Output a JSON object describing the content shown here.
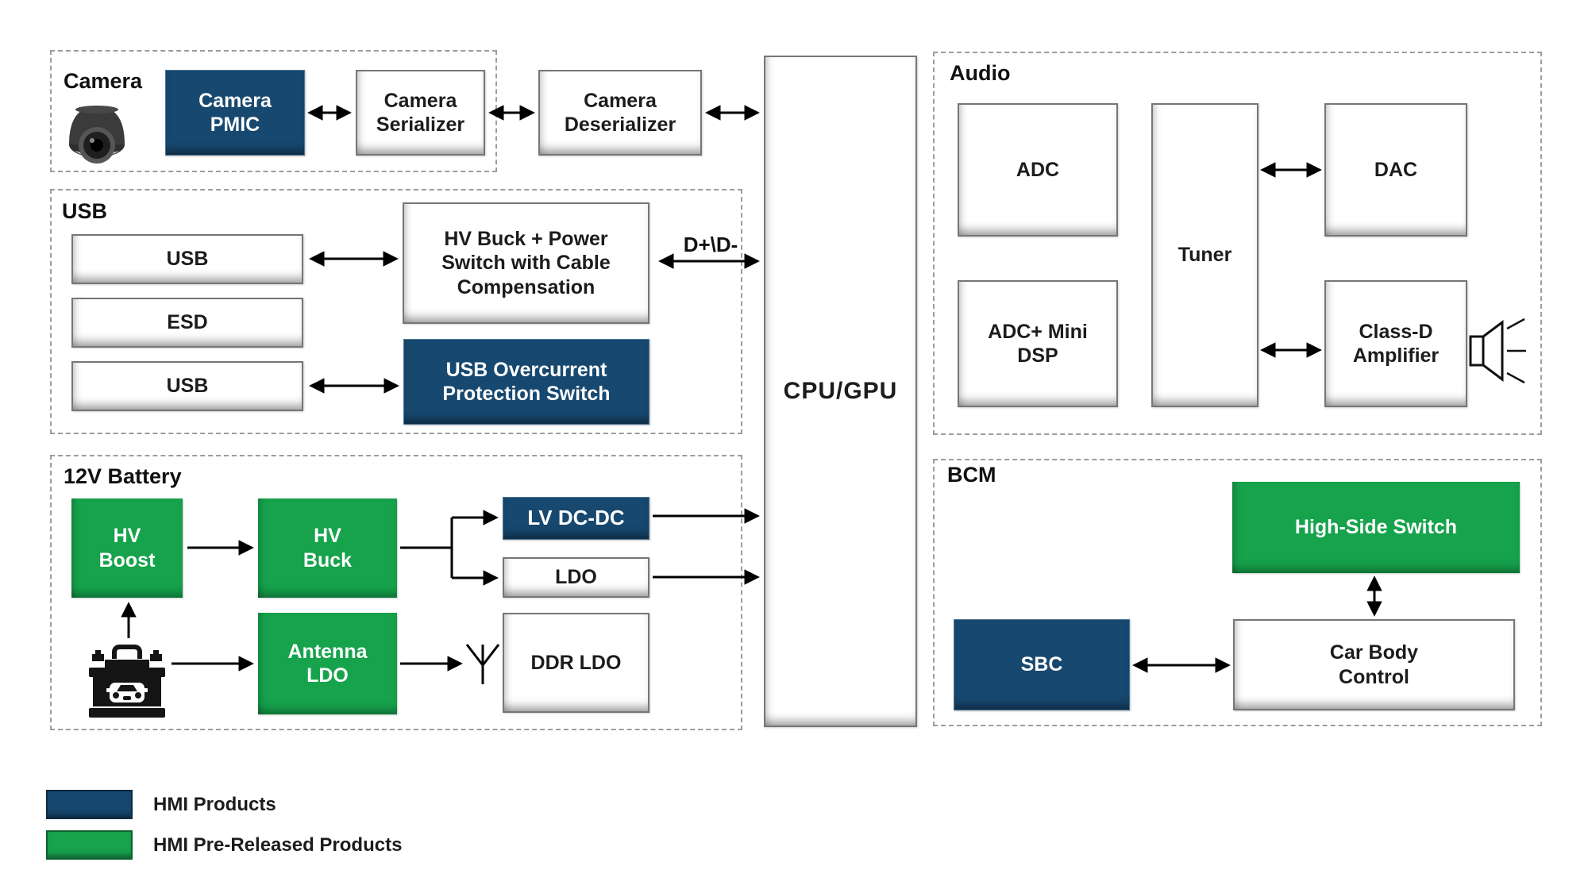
{
  "colors": {
    "hmi_blue": "#17486F",
    "hmi_green": "#16A34C"
  },
  "camera": {
    "title": "Camera",
    "pmic": "Camera\nPMIC",
    "serializer": "Camera\nSerializer",
    "deserializer": "Camera\nDeserializer"
  },
  "usb": {
    "title": "USB",
    "port1": "USB",
    "esd": "ESD",
    "port2": "USB",
    "hv_buck_power": "HV Buck + Power\nSwitch with Cable\nCompensation",
    "overcurrent": "USB Overcurrent\nProtection Switch",
    "dp_dm": "D+\\D-"
  },
  "battery": {
    "title": "12V Battery",
    "hv_boost": "HV\nBoost",
    "hv_buck": "HV\nBuck",
    "antenna_ldo": "Antenna\nLDO",
    "lv_dcdc": "LV DC-DC",
    "ldo": "LDO",
    "ddr_ldo": "DDR LDO"
  },
  "cpu": {
    "label": "CPU/GPU"
  },
  "audio": {
    "title": "Audio",
    "adc": "ADC",
    "adc_mini_dsp": "ADC+ Mini\nDSP",
    "tuner": "Tuner",
    "dac": "DAC",
    "class_d": "Class-D\nAmplifier"
  },
  "bcm": {
    "title": "BCM",
    "high_side_switch": "High-Side Switch",
    "sbc": "SBC",
    "car_body_control": "Car Body\nControl"
  },
  "legend": {
    "items": [
      {
        "key": "hmi",
        "label": "HMI Products"
      },
      {
        "key": "pre_released",
        "label": "HMI Pre-Released Products"
      }
    ]
  }
}
